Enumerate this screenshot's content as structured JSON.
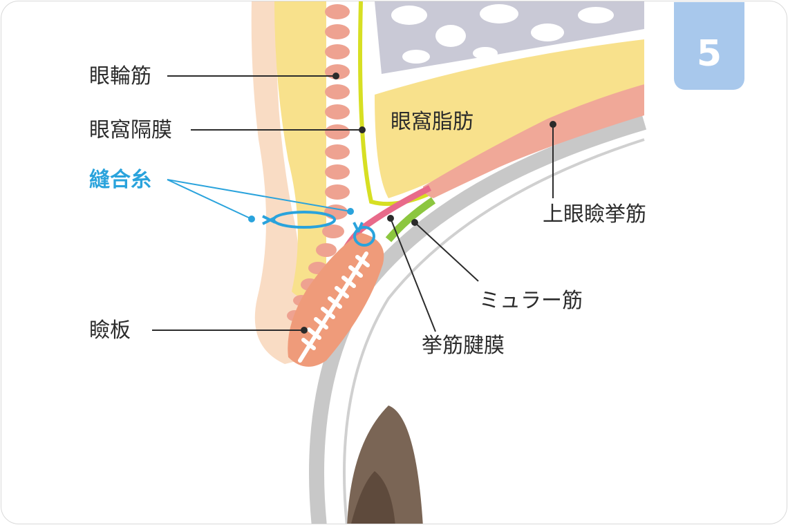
{
  "step_number": "5",
  "labels": {
    "orbicularis": "眼輪筋",
    "septum": "眼窩隔膜",
    "suture": "縫合糸",
    "tarsus": "瞼板",
    "orbital_fat": "眼窩脂肪",
    "levator": "上眼瞼挙筋",
    "muller": "ミュラー筋",
    "aponeurosis": "挙筋腱膜"
  },
  "colors": {
    "skin": "#f9dcc4",
    "fat": "#f8e18c",
    "muscle_dots": "#eea291",
    "levator": "#f0a898",
    "septum_line": "#d7df23",
    "muller": "#8cc63f",
    "aponeurosis": "#e86a8a",
    "tarsus": "#ef9b7a",
    "suture": "#2aa3dc",
    "bone": "#c9c9d6",
    "pupil": "#7a6555",
    "badge": "#a8c8ec"
  }
}
